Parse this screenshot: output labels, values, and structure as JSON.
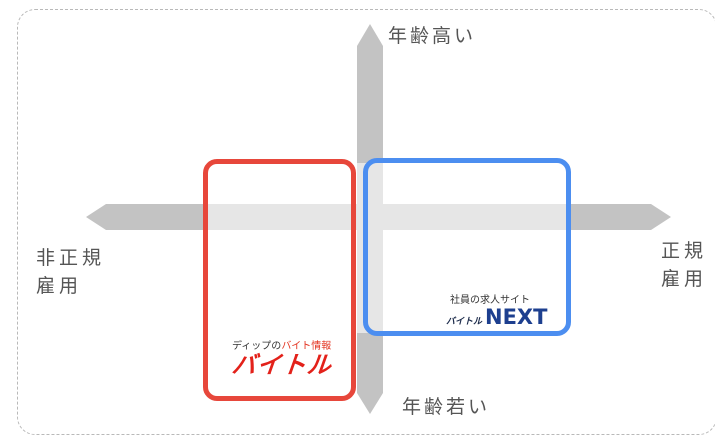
{
  "axes": {
    "top_label": "年齢高い",
    "bottom_label": "年齢若い",
    "left_label": "非正規\n雇用",
    "right_label": "正規\n雇用"
  },
  "brands": {
    "baitoru": {
      "tagline_prefix": "ディップの",
      "tagline_highlight": "バイト情報",
      "name": "バイトル",
      "color": "#e7473b"
    },
    "baitoru_next": {
      "tagline": "社員の求人サイト",
      "small_name": "バイトル",
      "big_name": "NEXT",
      "color": "#4c8ef0"
    }
  },
  "colors": {
    "axis": "#c3c3c3",
    "frame": "#b9b9b9"
  }
}
